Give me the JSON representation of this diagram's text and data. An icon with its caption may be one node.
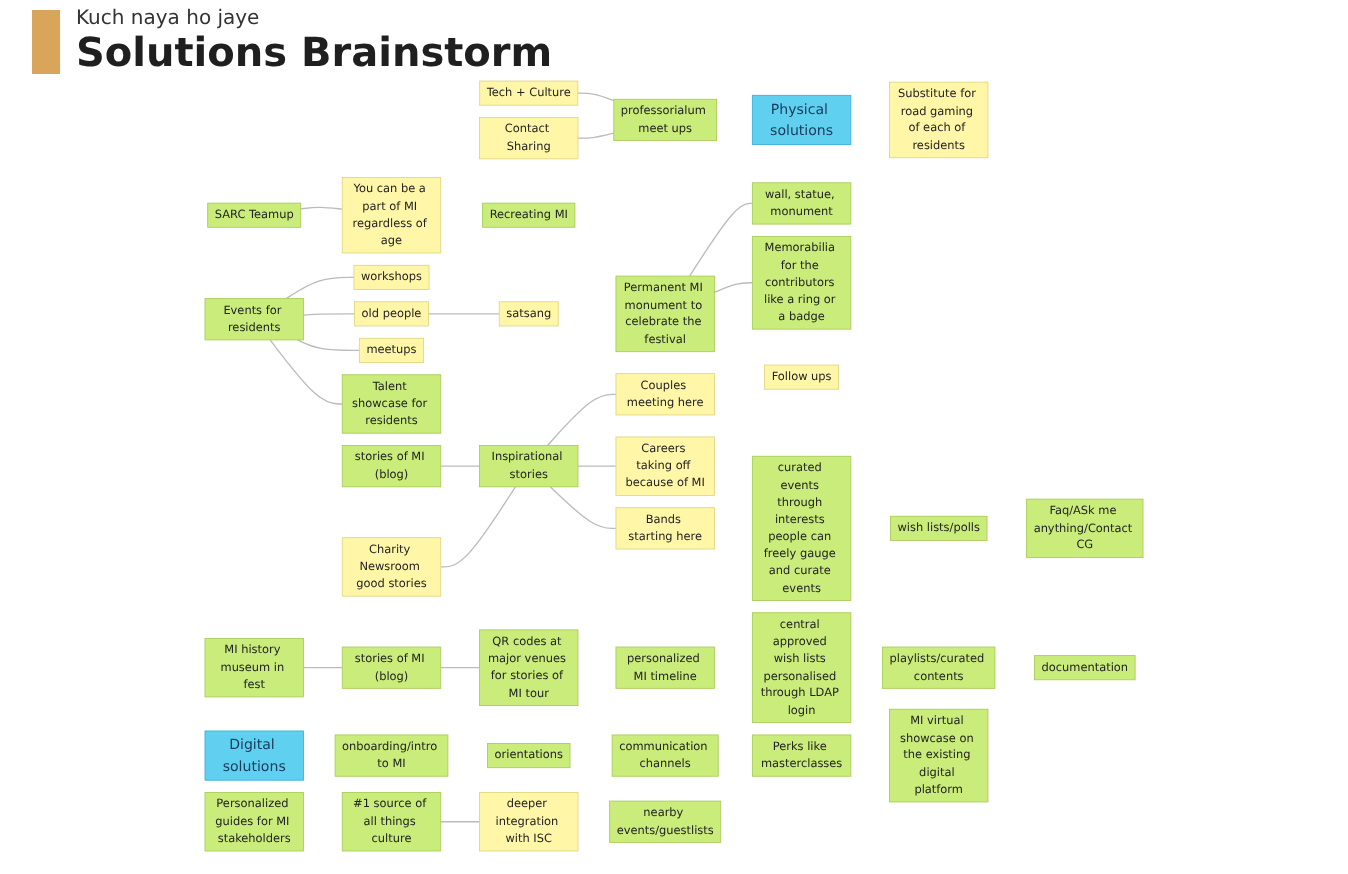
{
  "diagram": {
    "title": "Solutions Brainstorm",
    "nodes": [
      {
        "text": [
          "You can be a part of MI regardless of age"
        ]
      },
      {
        "text": [
          "SARC Teamup"
        ]
      },
      {
        "text": [
          "Events for residents"
        ]
      },
      {
        "text": [
          "workshops"
        ]
      },
      {
        "text": [
          "old people"
        ]
      },
      {
        "text": [
          "meetups"
        ]
      },
      {
        "text": [
          "satsang"
        ]
      },
      {
        "text": [
          "Substitute for road gaming of each of residents"
        ]
      },
      {
        "text": [
          "Recreating MI"
        ]
      },
      {
        "text": [
          "Talent showcase for residents"
        ]
      },
      {
        "text": [
          "Tech + Culture"
        ]
      },
      {
        "text": [
          "Contact Sharing"
        ]
      },
      {
        "text": [
          "professorialum meet ups"
        ]
      },
      {
        "text": [
          "Physical solutions"
        ]
      },
      {
        "text": [
          "Permanent MI monument to celebrate the festival"
        ]
      },
      {
        "text": [
          "wall, statue, monument"
        ]
      },
      {
        "text": [
          "Memorabilia for the contributors like a ring or a badge"
        ]
      },
      {
        "text": [
          "stories of MI (blog)"
        ]
      },
      {
        "text": [
          "MI history museum in fest"
        ]
      },
      {
        "text": [
          "Charity Newsroom good stories"
        ]
      },
      {
        "text": [
          "Inspirational stories"
        ]
      },
      {
        "text": [
          "Couples meeting here"
        ]
      },
      {
        "text": [
          "Careers taking off because of MI"
        ]
      },
      {
        "text": [
          "Follow ups"
        ]
      },
      {
        "text": [
          "Bands starting here"
        ]
      },
      {
        "text": [
          "curated events through interests people can freely gauge and curate events"
        ]
      },
      {
        "text": [
          "wish lists/polls"
        ]
      },
      {
        "text": [
          "Faq/ASk me anything/Contact CG"
        ]
      },
      {
        "text": [
          "personalized MI timeline"
        ]
      },
      {
        "text": [
          "central approved wish lists personalised through LDAP login"
        ]
      },
      {
        "text": [
          "playlists/curated contents"
        ]
      },
      {
        "text": [
          "documentation"
        ]
      },
      {
        "text": [
          "Digital solutions"
        ]
      },
      {
        "text": [
          "onboarding/intro to MI"
        ]
      },
      {
        "text": [
          "orientations"
        ]
      },
      {
        "text": [
          "communication channels"
        ]
      },
      {
        "text": [
          "Perks like masterclasses"
        ]
      },
      {
        "text": [
          "MI virtual showcase on the existing digital platform"
        ]
      },
      {
        "text": [
          "Personalized guides for MI stakeholders"
        ]
      },
      {
        "text": [
          "stories of MI (blog)"
        ]
      },
      {
        "text": [
          "QR codes at major venues for stories of MI tour"
        ]
      },
      {
        "text": [
          "#1 source of all things culture"
        ]
      },
      {
        "text": [
          "nearby events/guestlists"
        ]
      },
      {
        "text": [
          "deeper integration with ISC"
        ]
      }
    ],
    "edges": [
      {
        "from": 1,
        "to": 0,
        "arrow": "none"
      },
      {
        "from": 2,
        "to": 3,
        "arrow": "none"
      },
      {
        "from": 2,
        "to": 4,
        "arrow": "none"
      },
      {
        "from": 2,
        "to": 5,
        "arrow": "none"
      },
      {
        "from": 4,
        "to": 6,
        "arrow": "none"
      },
      {
        "from": 2,
        "to": 9,
        "arrow": "none"
      },
      {
        "from": 10,
        "to": 12,
        "arrow": "none"
      },
      {
        "from": 11,
        "to": 12,
        "arrow": "none"
      },
      {
        "from": 14,
        "to": 15,
        "arrow": "none"
      },
      {
        "from": 14,
        "to": 16,
        "arrow": "none"
      },
      {
        "from": 17,
        "to": 20,
        "arrow": "none"
      },
      {
        "from": 19,
        "to": 20,
        "arrow": "none"
      },
      {
        "from": 20,
        "to": 21,
        "arrow": "none"
      },
      {
        "from": 20,
        "to": 22,
        "arrow": "none"
      },
      {
        "from": 20,
        "to": 24,
        "arrow": "none"
      },
      {
        "from": 18,
        "to": 39,
        "arrow": "none"
      },
      {
        "from": 39,
        "to": 40,
        "arrow": "none"
      },
      {
        "from": 41,
        "to": 43,
        "arrow": "none"
      }
    ],
    "labels": [
      "Kuch naya ho jaye"
    ]
  }
}
